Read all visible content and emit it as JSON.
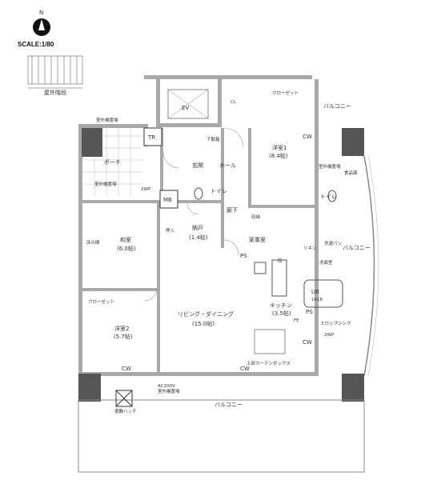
{
  "compass": {
    "north": "N",
    "scale": "SCALE:1/80"
  },
  "colors": {
    "wall": "#a9a9a9",
    "pillar": "#555555",
    "line": "#777777",
    "text": "#333333"
  },
  "exterior": {
    "stairs": "屋外階段",
    "unit_top": "室外機置場",
    "unit_mid": "室外機置場",
    "porch": "ポーチ",
    "balcony_top": "バルコニー",
    "balcony_right": "バルコニー",
    "balcony_bottom": "バルコニー",
    "unit_right": "室外機置場",
    "ac_note": "AC200V",
    "unit_bottom": "室外機置場",
    "hatch": "避難ハッチ",
    "wp_left": "2WP",
    "wp_right": "2WP"
  },
  "rooms": {
    "ev": "EV",
    "tr": "TR",
    "mb": "MB",
    "entrance": "玄関",
    "shoebox": "下駄箱",
    "hall": "ホール",
    "corridor": "廊下",
    "toilet1": "トイレ",
    "toilet2": "トイレ",
    "western1_name": "洋室1",
    "western1_size": "(8.4帖)",
    "closet_top": "クローゼット",
    "cl": "CL",
    "cw1": "CW",
    "cw2": "CW",
    "cw3": "CW",
    "cw4": "CW",
    "storage_name": "納戸",
    "storage_size": "(1.4帖)",
    "oshiire": "押入",
    "washitsu_name": "和室",
    "washitsu_size": "(6.0帖)",
    "tokonoma": "床の間",
    "closet_mid": "クローゼット",
    "western2_name": "洋室2",
    "western2_size": "(5.7帖)",
    "living_name": "リビング・ダイニング",
    "living_size": "(15.0帖)",
    "kitchen_name": "キッチン",
    "kitchen_size": "(3.5帖)",
    "housework": "家事室",
    "shelf": "収納",
    "pantry": "食品庫",
    "ub": "UB",
    "ub_size": "1418",
    "washroom": "洗面室",
    "laundry": "洗濯パン",
    "linen": "リネン",
    "slop_sink": "スロップシンク",
    "curtain_box": "上部カーテンボックス",
    "ps1": "PS",
    "ps2": "PS",
    "gas": "G",
    "fe": "FE"
  }
}
